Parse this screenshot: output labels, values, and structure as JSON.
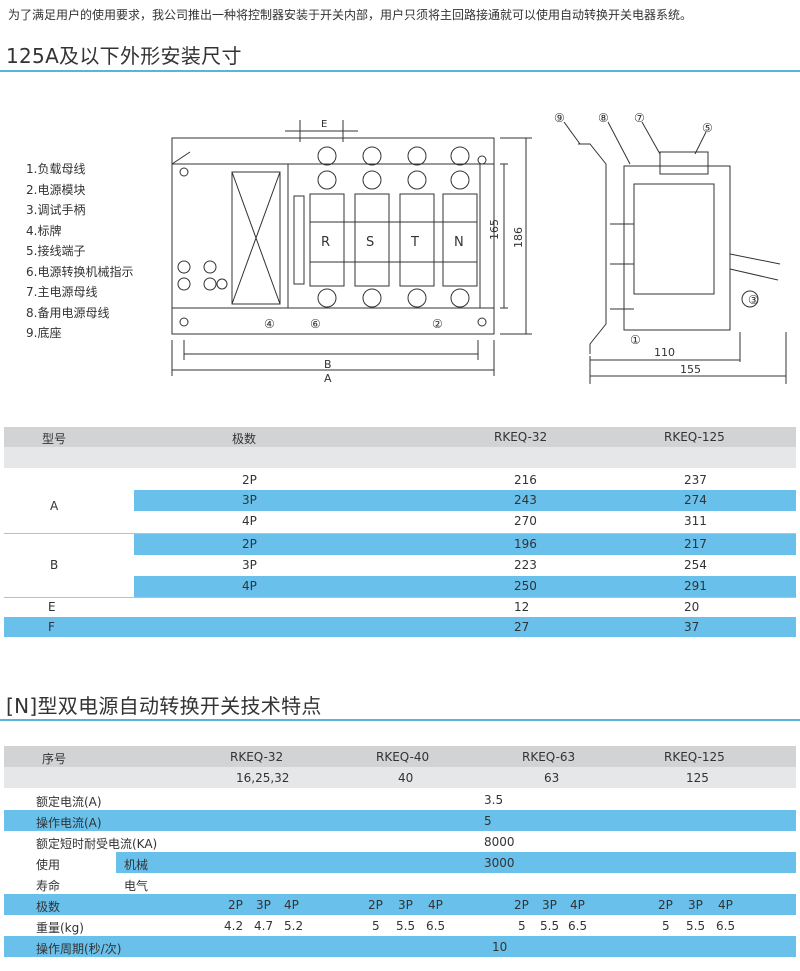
{
  "intro": "为了满足用户的使用要求，我公司推出一种将控制器安装于开关内部，用户只须将主回路接通就可以使用自动转换开关电器系统。",
  "section1_title": "125A及以下外形安装尺寸",
  "legend": [
    "1.负载母线",
    "2.电源模块",
    "3.调试手柄",
    "4.标牌",
    "5.接线端子",
    "6.电源转换机械指示",
    "7.主电源母线",
    "8.备用电源母线",
    "9.底座"
  ],
  "drawing": {
    "dim_E": "E",
    "dim_B": "B",
    "dim_A": "A",
    "dim_165": "165",
    "dim_186": "186",
    "dim_110": "110",
    "dim_155": "155",
    "phases": [
      "R",
      "S",
      "T",
      "N"
    ],
    "callouts": [
      "⑨",
      "⑧",
      "⑦",
      "⑤",
      "④",
      "⑥",
      "②",
      "①",
      "③"
    ]
  },
  "table1": {
    "header": {
      "model": "型号",
      "poles": "极数",
      "c1": "RKEQ-32",
      "c2": "RKEQ-125"
    },
    "groupA": {
      "label": "A",
      "rows": [
        {
          "p": "2P",
          "v1": "216",
          "v2": "237"
        },
        {
          "p": "3P",
          "v1": "243",
          "v2": "274"
        },
        {
          "p": "4P",
          "v1": "270",
          "v2": "311"
        }
      ]
    },
    "groupB": {
      "label": "B",
      "rows": [
        {
          "p": "2P",
          "v1": "196",
          "v2": "217"
        },
        {
          "p": "3P",
          "v1": "223",
          "v2": "254"
        },
        {
          "p": "4P",
          "v1": "250",
          "v2": "291"
        }
      ]
    },
    "rowE": {
      "label": "E",
      "v1": "12",
      "v2": "20"
    },
    "rowF": {
      "label": "F",
      "v1": "27",
      "v2": "37"
    }
  },
  "section2_title": "[N]型双电源自动转换开关技术特点",
  "table2": {
    "header": {
      "label": "序号",
      "m1": "RKEQ-32",
      "m2": "RKEQ-40",
      "m3": "RKEQ-63",
      "m4": "RKEQ-125"
    },
    "ratings": {
      "r1": "16,25,32",
      "r2": "40",
      "r3": "63",
      "r4": "125"
    },
    "rated_current": {
      "label": "额定电流(A)",
      "value": "3.5"
    },
    "op_current": {
      "label": "操作电流(A)",
      "value": "5"
    },
    "short_time": {
      "label": "额定短时耐受电流(KA)",
      "value": "8000"
    },
    "life1": {
      "label": "使用",
      "sub": "机械",
      "value": "3000"
    },
    "life2": {
      "label": "寿命",
      "sub": "电气"
    },
    "poles": {
      "label": "极数",
      "p2": "2P",
      "p3": "3P",
      "p4": "4P"
    },
    "weight": {
      "label": "重量(kg)",
      "m1": [
        "4.2",
        "4.7",
        "5.2"
      ],
      "m2": [
        "5",
        "5.5",
        "6.5"
      ],
      "m3": [
        "5",
        "5.5",
        "6.5"
      ],
      "m4": [
        "5",
        "5.5",
        "6.5"
      ]
    },
    "cycle": {
      "label": "操作周期(秒/次)",
      "value": "10"
    }
  }
}
